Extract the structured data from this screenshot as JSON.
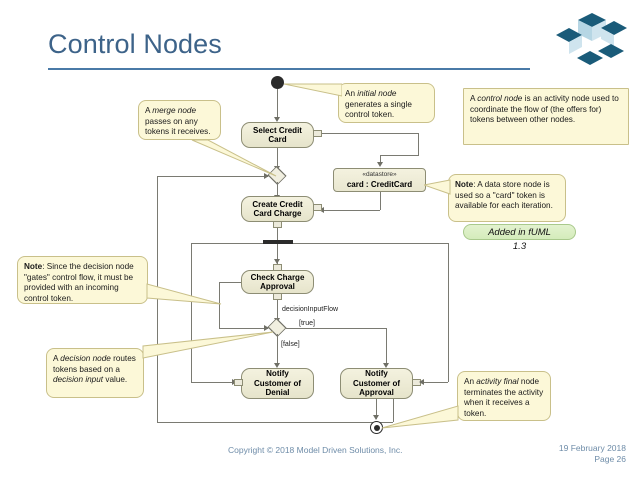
{
  "slide": {
    "title": "Control Nodes",
    "accent_color": "#3d6389",
    "rule_color": "#4a7aa7",
    "logo_name": "model-driven-solutions-logo"
  },
  "footer": {
    "copyright": "Copyright © 2018 Model Driven Solutions, Inc.",
    "date": "19 February 2018",
    "page": "Page 26"
  },
  "diagram": {
    "nodes": {
      "initial": "initial-node",
      "select_credit_card": "Select Credit\nCard",
      "select_credit_card_l1": "Select Credit",
      "select_credit_card_l2": "Card",
      "datastore_stereotype": "«datastore»",
      "datastore_name": "card : CreditCard",
      "create_charge_l1": "Create Credit",
      "create_charge_l2": "Card Charge",
      "check_approval_l1": "Check Charge",
      "check_approval_l2": "Approval",
      "notify_denial_l1": "Notify",
      "notify_denial_l2": "Customer of",
      "notify_denial_l3": "Denial",
      "notify_approval_l1": "Notify",
      "notify_approval_l2": "Customer of",
      "notify_approval_l3": "Approval",
      "merge": "merge-node",
      "decision": "decision-node",
      "fork": "fork-node",
      "activity_final": "activity-final-node"
    },
    "edge_labels": {
      "decision_input_flow": "decisionInputFlow",
      "guard_true": "[true]",
      "guard_false": "[false]"
    }
  },
  "callouts": {
    "initial_node": {
      "full": "An initial node generates a single control token.",
      "pre": "An ",
      "em": "initial node",
      "post": " generates a single control token."
    },
    "merge_node": {
      "full": "A merge node passes on any tokens it receives.",
      "pre": "A ",
      "em": "merge node",
      "post": " passes on any tokens it receives."
    },
    "control_node": {
      "full": "A control node is an activity node used to coordinate the flow of (the offers for) tokens between other nodes.",
      "pre": "A ",
      "em": "control node",
      "post": " is an activity node used to coordinate the flow of (the offers for) tokens between other nodes."
    },
    "data_store_note": {
      "full": "Note: A data store node is used so a \"card\" token is available for each iteration.",
      "label": "Note",
      "body": ": A data store node is used so a \"card\" token is available for each iteration."
    },
    "decision_note": {
      "full": "Note: Since the decision node \"gates\" control flow, it must be provided with an incoming control token.",
      "label": "Note",
      "body": ": Since the decision node \"gates\" control flow, it must be provided with an incoming control token."
    },
    "decision_node": {
      "full": "A decision node routes tokens based on a decision input value.",
      "pre": "A ",
      "em1": "decision node",
      "mid": " routes tokens based on a ",
      "em2": "decision input",
      "post": " value."
    },
    "activity_final": {
      "full": "An activity final node terminates the activity when it receives a token.",
      "pre": "An ",
      "em": "activity final",
      "post": " node terminates the activity when it receives a token."
    }
  },
  "badge": {
    "text": "Added in fUML",
    "version": "1.3",
    "color": "#d4ecbb"
  }
}
